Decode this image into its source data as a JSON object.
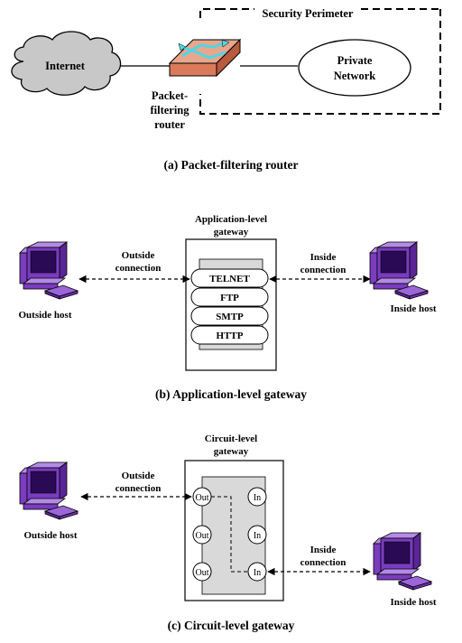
{
  "section_a": {
    "security_perimeter": "Security Perimeter",
    "internet": "Internet",
    "private_network_line1": "Private",
    "private_network_line2": "Network",
    "router_line1": "Packet-",
    "router_line2": "filtering",
    "router_line3": "router",
    "caption": "(a) Packet-filtering router"
  },
  "section_b": {
    "gateway_line1": "Application-level",
    "gateway_line2": "gateway",
    "outside_line1": "Outside",
    "outside_line2": "connection",
    "inside_line1": "Inside",
    "inside_line2": "connection",
    "outside_host": "Outside host",
    "inside_host": "Inside host",
    "protocols": [
      "TELNET",
      "FTP",
      "SMTP",
      "HTTP"
    ],
    "caption": "(b) Application-level gateway"
  },
  "section_c": {
    "gateway_line1": "Circuit-level",
    "gateway_line2": "gateway",
    "outside_line1": "Outside",
    "outside_line2": "connection",
    "inside_line1": "Inside",
    "inside_line2": "connection",
    "outside_host": "Outside host",
    "inside_host": "Inside host",
    "out_ports": [
      "Out",
      "Out",
      "Out"
    ],
    "in_ports": [
      "In",
      "In",
      "In"
    ],
    "caption": "(c) Circuit-level gateway"
  },
  "colors": {
    "cloud": "#c8c8c8",
    "router_body": "#d97a5a",
    "router_arrows": "#4fd6e6",
    "computer": "#7a3cc0",
    "gateway_inner": "#d9d9d9"
  }
}
